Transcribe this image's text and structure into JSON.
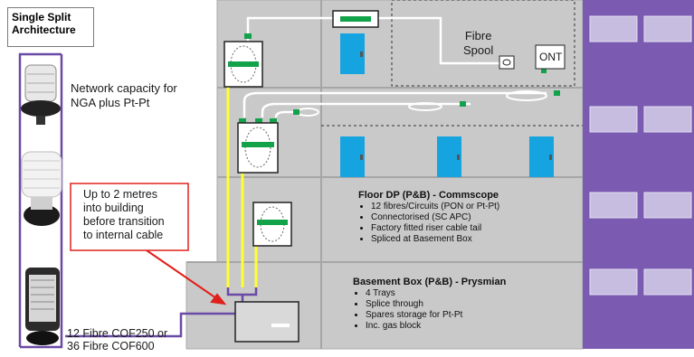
{
  "title": {
    "line1": "Single Split",
    "line2": "Architecture"
  },
  "labels": {
    "network_capacity_1": "Network capacity for",
    "network_capacity_2": "NGA plus Pt-Pt",
    "transition_1": "Up to 2 metres",
    "transition_2": "into building",
    "transition_3": "before transition",
    "transition_4": "to internal cable",
    "cable_1": "12 Fibre COF250 or",
    "cable_2": "36 Fibre COF600",
    "fibre_spool_1": "Fibre",
    "fibre_spool_2": "Spool",
    "ont": "ONT"
  },
  "floor_dp": {
    "heading": "Floor DP (P&B) - Commscope",
    "items": [
      "12 fibres/Circuits (PON or Pt-Pt)",
      "Connectorised (SC APC)",
      "Factory fitted riser cable tail",
      "Spliced at Basement Box"
    ]
  },
  "basement_box": {
    "heading": "Basement Box (P&B) - Prysmian",
    "items": [
      "4 Trays",
      "Splice through",
      "Spares storage for Pt-Pt",
      "Inc. gas block"
    ]
  },
  "colors": {
    "building": "#c9c9c9",
    "building_border": "#b0b0b0",
    "door": "#16a4e0",
    "purple": "#7a5bb1",
    "window": "#c7bde0",
    "riser": "#ffff33",
    "connector": "#12a34a",
    "arrow": "#e0201b"
  }
}
